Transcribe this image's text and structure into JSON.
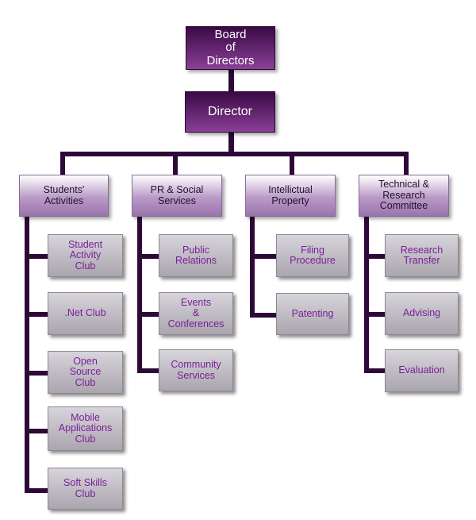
{
  "top": {
    "board": "Board\nof\nDirectors",
    "director": "Director"
  },
  "departments": [
    {
      "name": "Students'\nActivities",
      "children": [
        "Student\nActivity\nClub",
        ".Net Club",
        "Open\nSource\nClub",
        "Mobile\nApplications\nClub",
        "Soft Skills\nClub"
      ]
    },
    {
      "name": "PR & Social\nServices",
      "children": [
        "Public\nRelations",
        "Events\n&\nConferences",
        "Community\nServices"
      ]
    },
    {
      "name": "Intellictual\nProperty",
      "children": [
        "Filing\nProcedure",
        "Patenting"
      ]
    },
    {
      "name": "Technical &\nResearch\nCommittee",
      "children": [
        "Research\nTransfer",
        "Advising",
        "Evaluation"
      ]
    }
  ],
  "colors": {
    "connector": "#2e0838",
    "top_box": "#5b1e67",
    "head_box": "#b99ac7",
    "child_text": "#7a1f9a"
  }
}
